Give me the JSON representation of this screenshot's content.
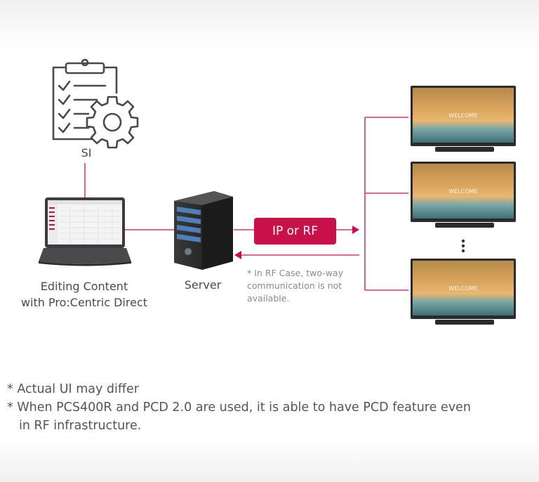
{
  "labels": {
    "si": "SI",
    "editing_line1": "Editing Content",
    "editing_line2": "with Pro:Centric Direct",
    "server": "Server",
    "ip_or_rf": "IP or RF",
    "rf_note": "* In RF Case, two-way communication is not available.",
    "tv_screen_text": "WELCOME"
  },
  "notes": {
    "line1": "* Actual UI may differ",
    "line2": "* When PCS400R and PCD 2.0 are used, it is able to have PCD feature even",
    "line3": "in RF infrastructure."
  },
  "colors": {
    "accent": "#c8104a",
    "text": "#4a4a4a",
    "note": "#8a8a8a"
  },
  "icons": [
    "clipboard-checklist-icon",
    "gear-icon",
    "laptop",
    "server-tower",
    "tv-display"
  ]
}
